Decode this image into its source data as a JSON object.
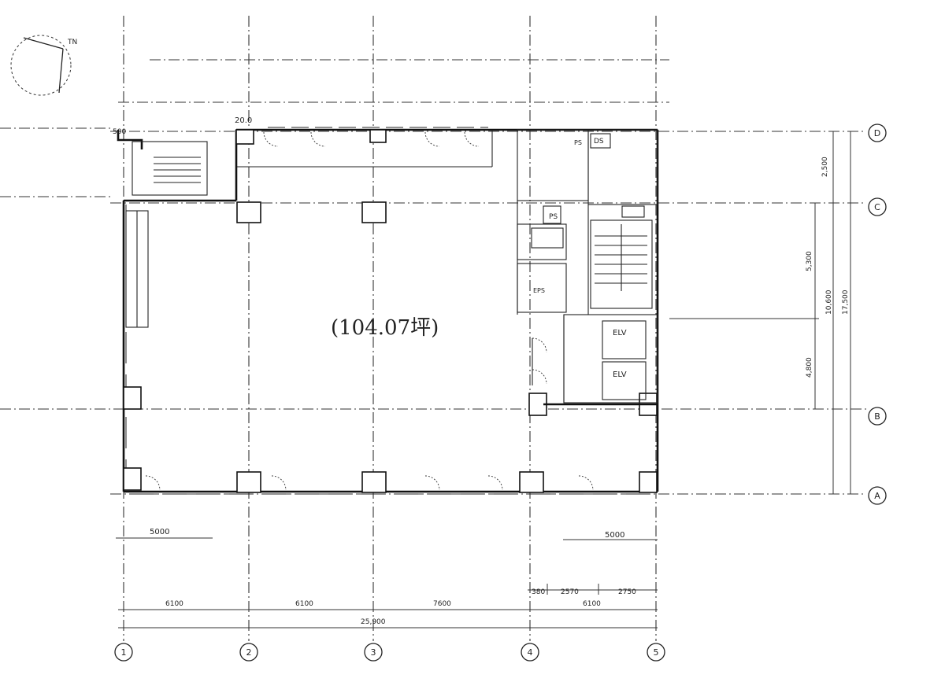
{
  "north_arrow": {
    "label": "TN"
  },
  "grid": {
    "columns": [
      "1",
      "2",
      "3",
      "4",
      "5"
    ],
    "rows": [
      "D",
      "C",
      "B",
      "A"
    ]
  },
  "rooms": {
    "office_area_handwritten": "(104.07坪)",
    "elv_1": "ELV",
    "elv_2": "ELV",
    "ps_1": "PS",
    "ds": "DS",
    "ps_2": "PS",
    "eps": "EPS"
  },
  "dimensions": {
    "top_d": "20.0",
    "top_left": "500",
    "bottom_left_span": "5000",
    "bottom_right_span": "5000",
    "bay_1_2": "6100",
    "bay_2_3": "6100",
    "bay_3_4": "7600",
    "bay_4_5": "6100",
    "overall_width": "25,900",
    "sub_a": "380",
    "sub_b": "2570",
    "sub_c": "2750",
    "right_d_c": "2,500",
    "right_c_mid": "5,300",
    "right_mid_b": "4,800",
    "right_total_1": "10,600",
    "right_total_2": "17,500"
  }
}
